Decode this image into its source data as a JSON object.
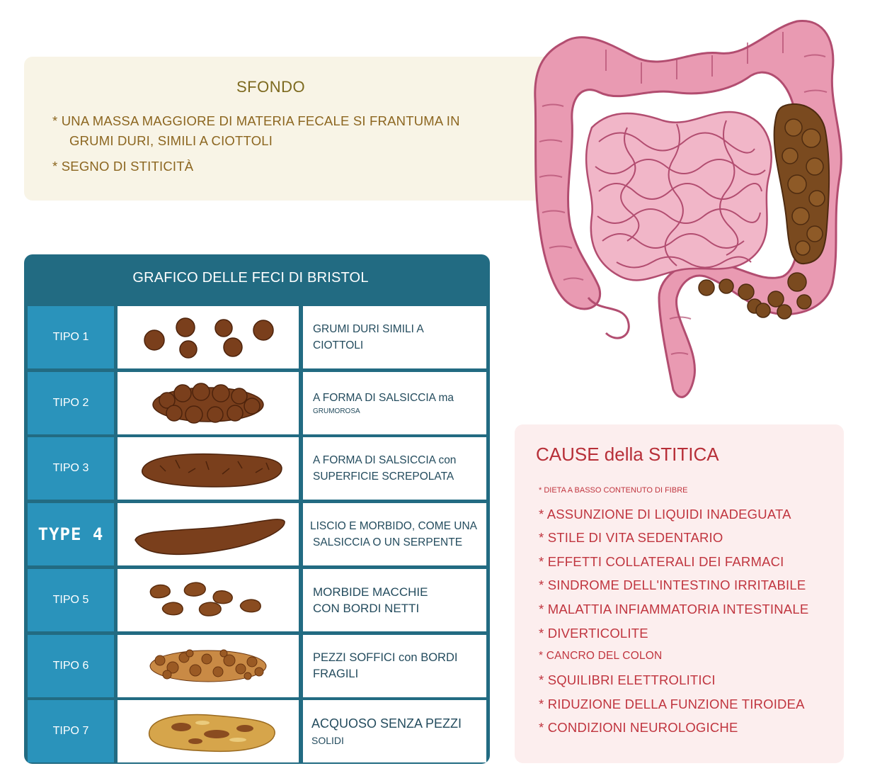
{
  "background": {
    "title": "SFONDO",
    "point1_line1": "* UNA MASSA MAGGIORE DI MATERIA FECALE SI FRANTUMA IN",
    "point1_line2": "GRUMI DURI, SIMILI A CIOTTOLI",
    "point2": "* SEGNO DI STITICITÀ"
  },
  "chart": {
    "title": "GRAFICO DELLE FECI DI BRISTOL",
    "rows": [
      {
        "type": "TIPO 1",
        "desc1": "GRUMI DURI SIMILI A",
        "desc2": "CIOTTOLI"
      },
      {
        "type": "TIPO 2",
        "desc1": "A FORMA DI SALSICCIA ma",
        "desc2": "GRUMOROSA"
      },
      {
        "type": "TIPO 3",
        "desc1": "A FORMA DI SALSICCIA con",
        "desc2": "SUPERFICIE SCREPOLATA"
      },
      {
        "type": "TYPE 4",
        "desc1": "LISCIO E MORBIDO, COME UNA",
        "desc2": "SALSICCIA O UN SERPENTE"
      },
      {
        "type": "TIPO 5",
        "desc1": "MORBIDE MACCHIE",
        "desc2": "CON BORDI NETTI"
      },
      {
        "type": "TIPO 6",
        "desc1": "PEZZI SOFFICI con BORDI",
        "desc2": "FRAGILI"
      },
      {
        "type": "TIPO 7",
        "desc1": "ACQUOSO SENZA PEZZI",
        "desc2": "SOLIDI"
      }
    ]
  },
  "causes": {
    "title": "CAUSE della STITICA",
    "items": [
      "* DIETA A BASSO CONTENUTO DI FIBRE",
      "* ASSUNZIONE DI LIQUIDI INADEGUATA",
      "* STILE DI VITA SEDENTARIO",
      "* EFFETTI COLLATERALI DEI FARMACI",
      "* SINDROME DELL'INTESTINO IRRITABILE",
      "* MALATTIA INFIAMMATORIA INTESTINALE",
      "* DIVERTICOLITE",
      "* CANCRO DEL COLON",
      "* SQUILIBRI ELETTROLITICI",
      "* RIDUZIONE DELLA FUNZIONE TIROIDEA",
      "* CONDIZIONI NEUROLOGICHE"
    ]
  },
  "colors": {
    "chart_header": "#226b82",
    "type_cell": "#2a93bb",
    "stool": "#7a3f1c",
    "intestine": "#e79ab3",
    "causes_bg": "#fceeee",
    "background_card": "#f8f4e6"
  }
}
